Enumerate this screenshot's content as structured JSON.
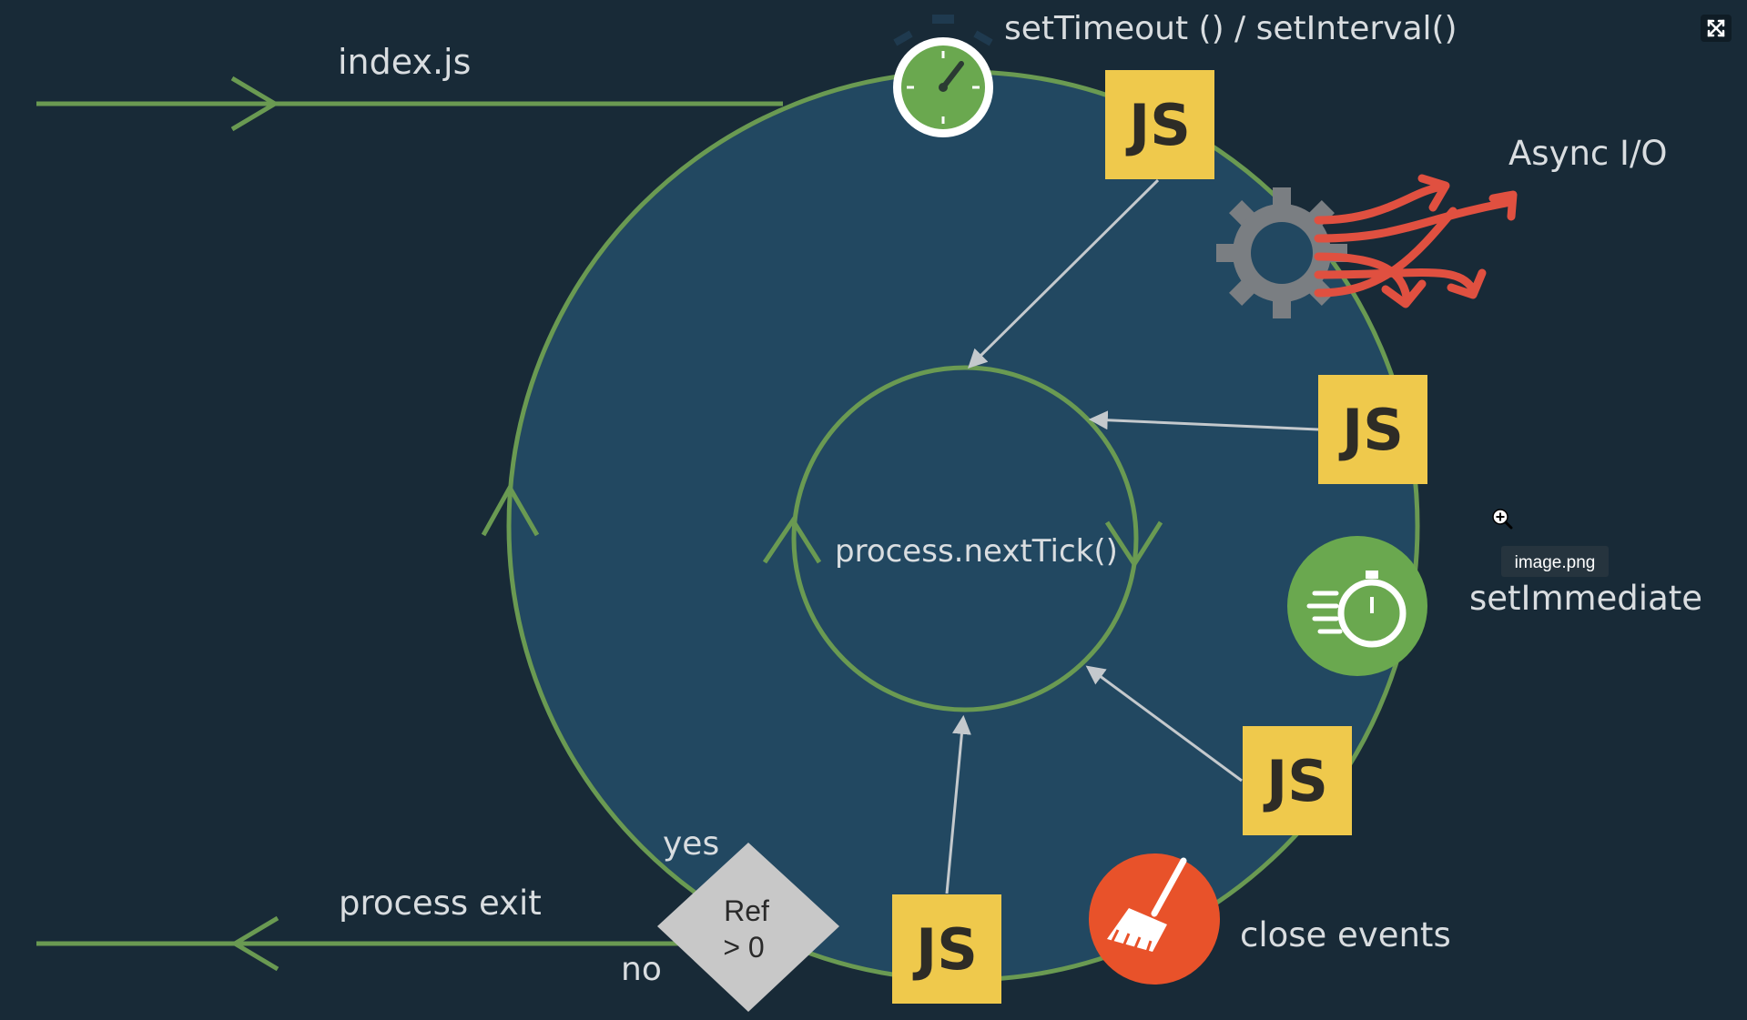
{
  "labels": {
    "entry": "index.js",
    "timers": "setTimeout () / setInterval()",
    "async_io": "Async I/O",
    "next_tick": "process.nextTick()",
    "set_immediate": "setImmediate",
    "close_events": "close events",
    "exit": "process exit",
    "yes": "yes",
    "no": "no"
  },
  "decision": {
    "line1": "Ref",
    "line2": "> 0"
  },
  "js_badge": "JS",
  "tooltip": "image.png",
  "icons": {
    "stopwatch": "stopwatch-icon",
    "gear": "gear-icon",
    "async_arrows": "scatter-arrows-icon",
    "set_immediate": "fast-stopwatch-icon",
    "broom": "broom-icon",
    "fullscreen": "fullscreen-icon",
    "zoom": "zoom-in-icon"
  },
  "colors": {
    "background": "#182a37",
    "loop_fill": "#224861",
    "green": "#6a9a52",
    "js_yellow": "#efc94c",
    "io_red": "#e05040",
    "broom_orange": "#e8522a",
    "decision_grey": "#c8c8c8",
    "arrow_grey": "#c4c9cd"
  }
}
